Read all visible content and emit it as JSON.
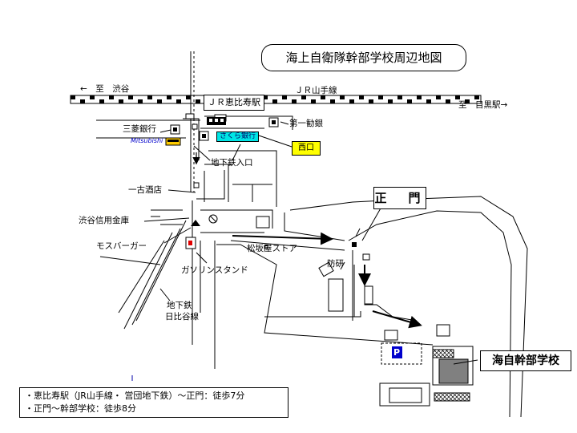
{
  "title": "海上自衛隊幹部学校周辺地図",
  "labels": {
    "to_shibuya": "←　至　渋谷",
    "jr_line": "ＪＲ山手線",
    "to_meguro": "至　目黒駅→",
    "station": "ＪＲ恵比寿駅",
    "mitsubishi": "三菱銀行",
    "daiichi": "第一勧銀",
    "sanwa": "さくら銀行",
    "west_exit": "西口",
    "subway_entrance": "地下鉄入口",
    "ichiko": "一古酒店",
    "shibuya_shinkin": "渋谷信用金庫",
    "mos": "モスバーガー",
    "gas": "ガソリンスタンド",
    "matsuzakaya": "松坂屋ストア",
    "boken": "防研",
    "hibiya_line_1": "地下鉄",
    "hibiya_line_2": "日比谷線",
    "main_gate": "正　門",
    "school": "海自幹部学校",
    "parking": "P",
    "mitsubishi_logo": "Mitsubishi"
  },
  "notes": [
    "・恵比寿駅（JR山手線・ 営団地下鉄）～正門：徒歩7分",
    "・正門～幹部学校：徒歩8分"
  ],
  "colors": {
    "bank_sign": "#00e5e5",
    "west_exit": "#ffff00",
    "parking": "#0000cc",
    "arrow": "#000000"
  }
}
